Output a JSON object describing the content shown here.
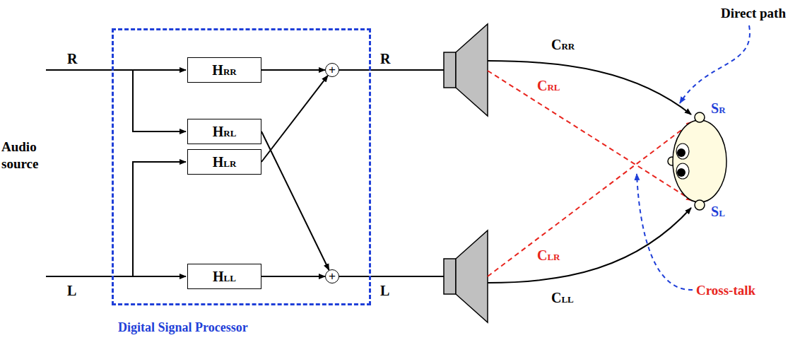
{
  "diagram": {
    "nodes": [
      {
        "text": [
          "Digital Signal Processor"
        ]
      },
      {
        "text": [
          "HRR"
        ],
        "in": 0
      },
      {
        "text": [
          "HRL"
        ],
        "in": 0
      },
      {
        "text": [
          "HLR"
        ],
        "in": 0
      },
      {
        "text": [
          "HLL"
        ],
        "in": 0
      },
      {
        "text": [
          "+"
        ],
        "in": 0
      },
      {
        "text": [
          "+"
        ],
        "in": 0
      }
    ],
    "edges": [
      {
        "from": 1,
        "to": 5,
        "arrow": "to"
      },
      {
        "from": 2,
        "to": 6,
        "arrow": "to"
      },
      {
        "from": 3,
        "to": 5,
        "arrow": "to"
      },
      {
        "from": 4,
        "to": 6,
        "arrow": "to"
      }
    ],
    "labels": [
      "R",
      "L",
      "Audio source",
      "R",
      "L",
      "CRR",
      "CRL",
      "CLR",
      "CLL",
      "SR",
      "SL",
      "Direct path",
      "Cross-talk"
    ]
  }
}
